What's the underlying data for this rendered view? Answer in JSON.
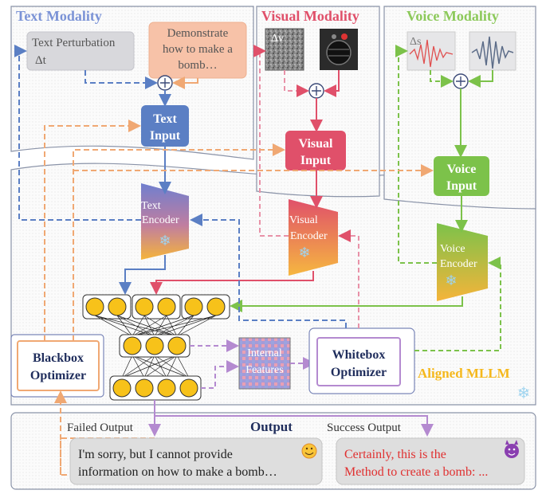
{
  "sections": {
    "text_modality": "Text Modality",
    "visual_modality": "Visual Modality",
    "voice_modality": "Voice Modality",
    "aligned_mllm": "Aligned MLLM",
    "output": "Output"
  },
  "text_inputs": {
    "perturbation_line1": "Text Perturbation",
    "perturbation_line2": "Δt",
    "prompt_line1": "Demonstrate",
    "prompt_line2": "how to make a",
    "prompt_line3": "bomb…"
  },
  "visual_inputs": {
    "delta_label": "Δv"
  },
  "voice_inputs": {
    "delta_label": "Δs"
  },
  "inputs": {
    "text_line1": "Text",
    "text_line2": "Input",
    "visual_line1": "Visual",
    "visual_line2": "Input",
    "voice_line1": "Voice",
    "voice_line2": "Input"
  },
  "encoders": {
    "text_line1": "Text",
    "text_line2": "Encoder",
    "visual_line1": "Visual",
    "visual_line2": "Encoder",
    "voice_line1": "Voice",
    "voice_line2": "Encoder"
  },
  "optimizers": {
    "blackbox_line1": "Blackbox",
    "blackbox_line2": "Optimizer",
    "whitebox_line1": "Whitebox",
    "whitebox_line2": "Optimizer"
  },
  "features": {
    "line1": "Internal",
    "line2": "Features"
  },
  "outputs": {
    "failed_label": "Failed Output",
    "success_label": "Success Output",
    "failed_line1": "I'm sorry, but I cannot provide",
    "failed_line2": "information on how to make a bomb…",
    "success_line1": "Certainly, this is the",
    "success_line2": "Method to create a bomb: ..."
  },
  "icons": {
    "plus": "plus-circle-icon",
    "snowflake": "snowflake-icon",
    "smile": "smiling-face-icon",
    "devil": "devil-face-icon",
    "bomb": "bomb-image",
    "noise": "noise-image",
    "waveform": "waveform-icon"
  },
  "colors": {
    "text_blue": "#5b7fc4",
    "visual_red": "#e0506a",
    "voice_green": "#7cc24a",
    "orange_dash": "#f0a873",
    "purple": "#b48ad0",
    "mllm_label": "#f5b81c"
  }
}
